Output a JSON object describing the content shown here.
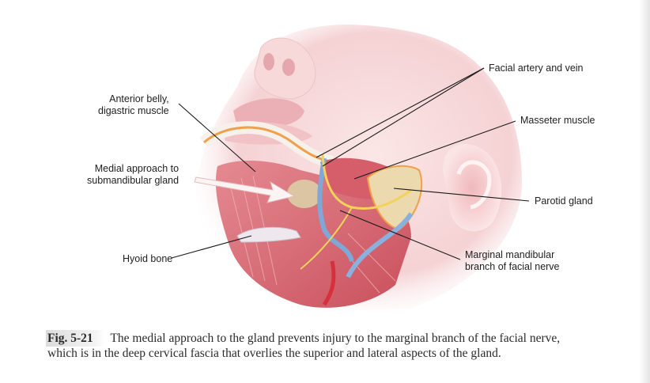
{
  "figure": {
    "description": "Anatomical illustration of the submandibular region viewed from below-left, showing face, lips, nose, ear and dissected neck structures",
    "labels": {
      "anterior_belly": [
        "Anterior belly,",
        "digastric muscle"
      ],
      "medial_approach": [
        "Medial approach to",
        "submandibular gland"
      ],
      "hyoid_bone": "Hyoid bone",
      "facial_artery_vein": "Facial artery and vein",
      "masseter_muscle": "Masseter muscle",
      "parotid_gland": "Parotid gland",
      "marginal_mandibular": [
        "Marginal mandibular",
        "branch of facial nerve"
      ]
    },
    "colors": {
      "skin": "#f6d6d6",
      "muscle": "#d9646e",
      "nerve": "#f2d25a",
      "vein": "#7fa8d8",
      "artery": "#d8303a",
      "gland": "#e8d6a8",
      "leader_line": "#1a1a1a"
    }
  },
  "caption": {
    "fig_number": "Fig. 5-21",
    "line1": "The medial approach to the gland prevents injury to the marginal branch of the facial nerve,",
    "line2": "which is in the deep cervical fascia that overlies the superior and lateral aspects of the gland."
  }
}
